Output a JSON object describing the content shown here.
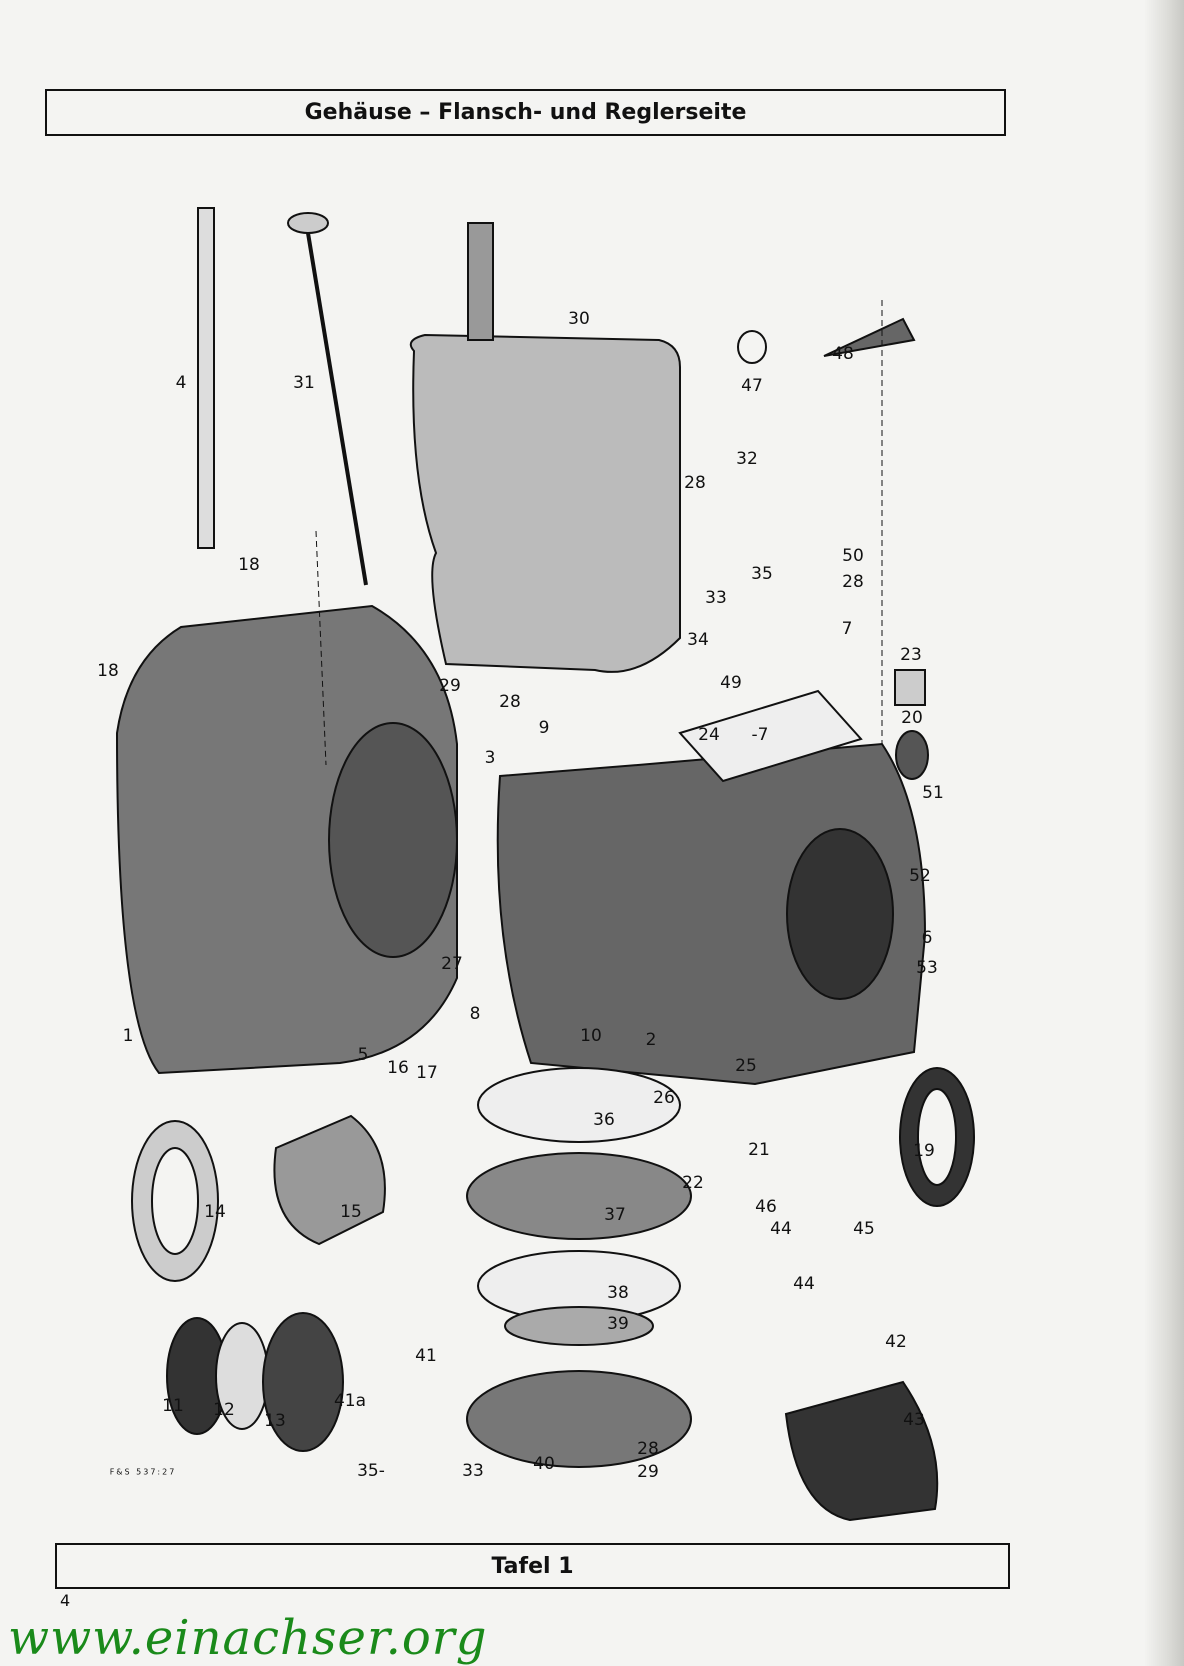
{
  "header": {
    "title": "Gehäuse – Flansch- und Reglerseite"
  },
  "footer": {
    "title": "Tafel 1"
  },
  "drawing_code": "F&S 537:27",
  "page_number": "4",
  "watermark": "www.einachser.org",
  "callouts": [
    "4",
    "31",
    "30",
    "47",
    "48",
    "32",
    "28",
    "35",
    "33",
    "50",
    "28",
    "7",
    "34",
    "18",
    "18",
    "23",
    "49",
    "29",
    "28",
    "20",
    "9",
    "24",
    "-7",
    "3",
    "51",
    "52",
    "6",
    "53",
    "27",
    "8",
    "10",
    "2",
    "1",
    "5",
    "16",
    "17",
    "25",
    "26",
    "36",
    "21",
    "19",
    "22",
    "14",
    "15",
    "37",
    "46",
    "44",
    "45",
    "38",
    "44",
    "39",
    "42",
    "41",
    "43",
    "11",
    "12",
    "13",
    "41a",
    "35-",
    "33",
    "40",
    "28",
    "29"
  ],
  "colors": {
    "watermark": "#1a8a1a",
    "ink": "#111111"
  }
}
